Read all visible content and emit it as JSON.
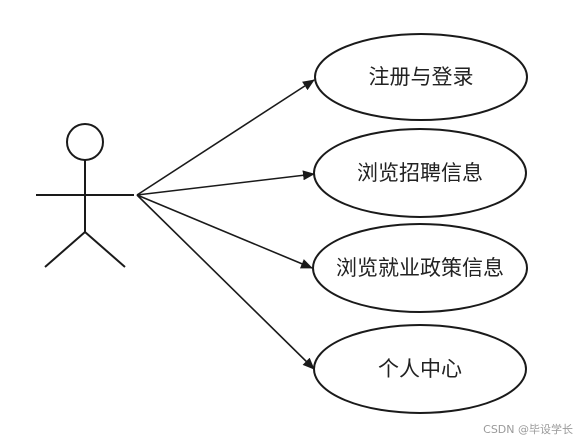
{
  "use_cases": [
    {
      "label": "注册与登录"
    },
    {
      "label": "浏览招聘信息"
    },
    {
      "label": "浏览就业政策信息"
    },
    {
      "label": "个人中心"
    }
  ],
  "watermark": "CSDN @毕设学长",
  "colors": {
    "stroke": "#1a1a1a",
    "text": "#222222",
    "watermark": "#9a9a9a",
    "background": "#ffffff"
  }
}
